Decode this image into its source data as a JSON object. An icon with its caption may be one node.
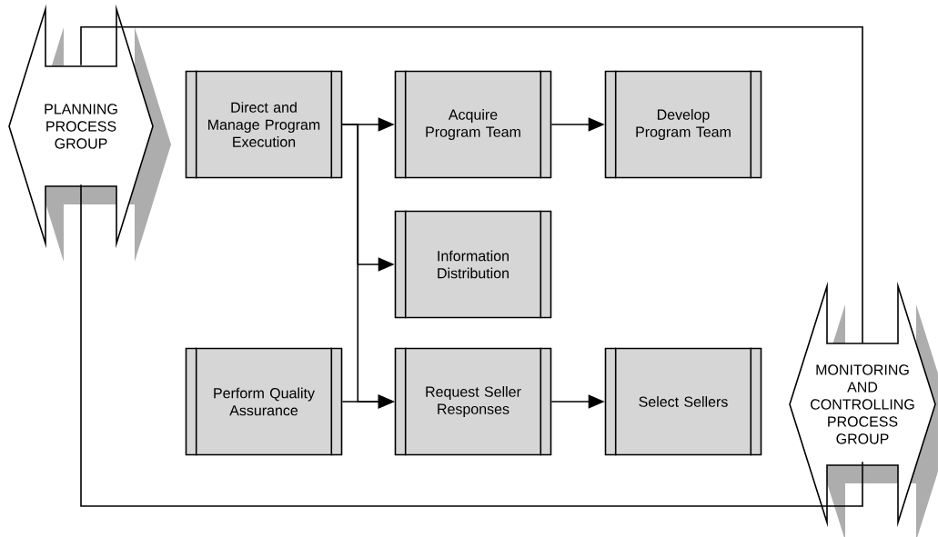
{
  "diagram": {
    "nodes": [
      {
        "text": [
          "PLANNING PROCESS GROUP"
        ]
      },
      {
        "text": [
          "Direct and Manage Program Execution"
        ]
      },
      {
        "text": [
          "Acquire Program Team"
        ]
      },
      {
        "text": [
          "Develop Program Team"
        ]
      },
      {
        "text": [
          "Information Distribution"
        ]
      },
      {
        "text": [
          "Perform Quality Assurance"
        ]
      },
      {
        "text": [
          "Request Seller Responses"
        ]
      },
      {
        "text": [
          "Select Sellers"
        ]
      },
      {
        "text": [
          "MONITORING AND CONTROLLING PROCESS GROUP"
        ]
      }
    ],
    "edges": [
      {
        "from": 1,
        "to": 2,
        "arrow": "to"
      },
      {
        "from": 1,
        "to": 4,
        "arrow": "to"
      },
      {
        "from": 1,
        "to": 6,
        "arrow": "to"
      },
      {
        "from": 5,
        "to": 6,
        "arrow": "to"
      },
      {
        "from": 2,
        "to": 3,
        "arrow": "to"
      },
      {
        "from": 6,
        "to": 7,
        "arrow": "to"
      },
      {
        "from": 0,
        "to": 8,
        "arrow": "none"
      },
      {
        "from": 0,
        "to": 8,
        "arrow": "none"
      }
    ]
  }
}
